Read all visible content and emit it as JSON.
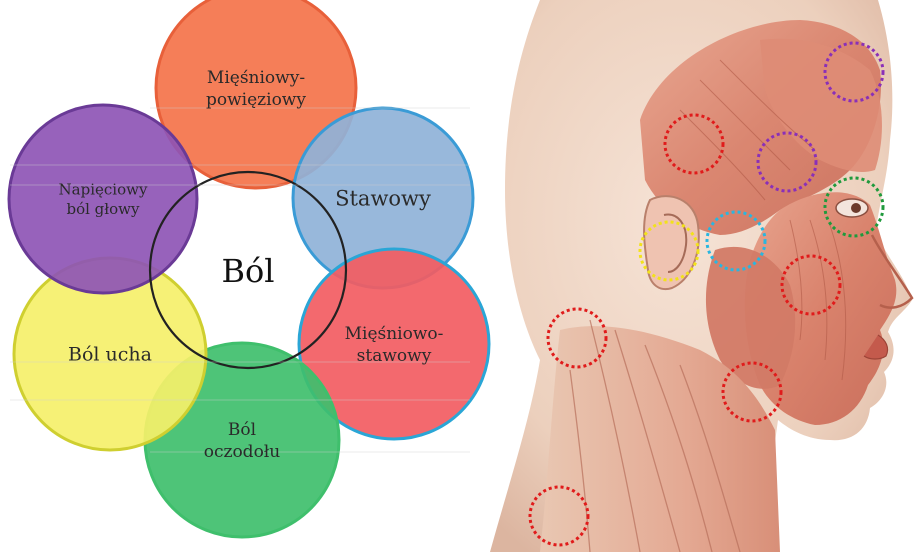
{
  "center_label": "Ból",
  "circles": [
    {
      "id": "miesniowo-powieziowy",
      "lines": [
        "Mięśniowy-",
        "powięziowy"
      ],
      "fill": "#f4734a",
      "stroke": "#e8603a"
    },
    {
      "id": "stawowy",
      "lines": [
        "Stawowy"
      ],
      "fill": "#8fb2d8",
      "stroke": "#3a9bd6"
    },
    {
      "id": "miesniowo-stawowy",
      "lines": [
        "Mięśniowo-",
        "stawowy"
      ],
      "fill": "#f25c62",
      "stroke": "#2aa6d6"
    },
    {
      "id": "bol-oczodolu",
      "lines": [
        "Ból",
        "oczodołu"
      ],
      "fill": "#3fbf6c",
      "stroke": "#3fbf6c"
    },
    {
      "id": "bol-ucha",
      "lines": [
        "Ból ucha"
      ],
      "fill": "#f5f06a",
      "stroke": "#cfcf30"
    },
    {
      "id": "napieciowy-bol-glowy",
      "lines": [
        "Napięciowy",
        "ból głowy"
      ],
      "fill": "#8e55b5",
      "stroke": "#6a3a96"
    }
  ],
  "markers": [
    {
      "color": "#8a2fb8"
    },
    {
      "color": "#e01b1b"
    },
    {
      "color": "#8a2fb8"
    },
    {
      "color": "#1f9a3c"
    },
    {
      "color": "#f2e21a"
    },
    {
      "color": "#29b6e0"
    },
    {
      "color": "#e01b1b"
    },
    {
      "color": "#e01b1b"
    },
    {
      "color": "#e01b1b"
    },
    {
      "color": "#e01b1b"
    }
  ]
}
